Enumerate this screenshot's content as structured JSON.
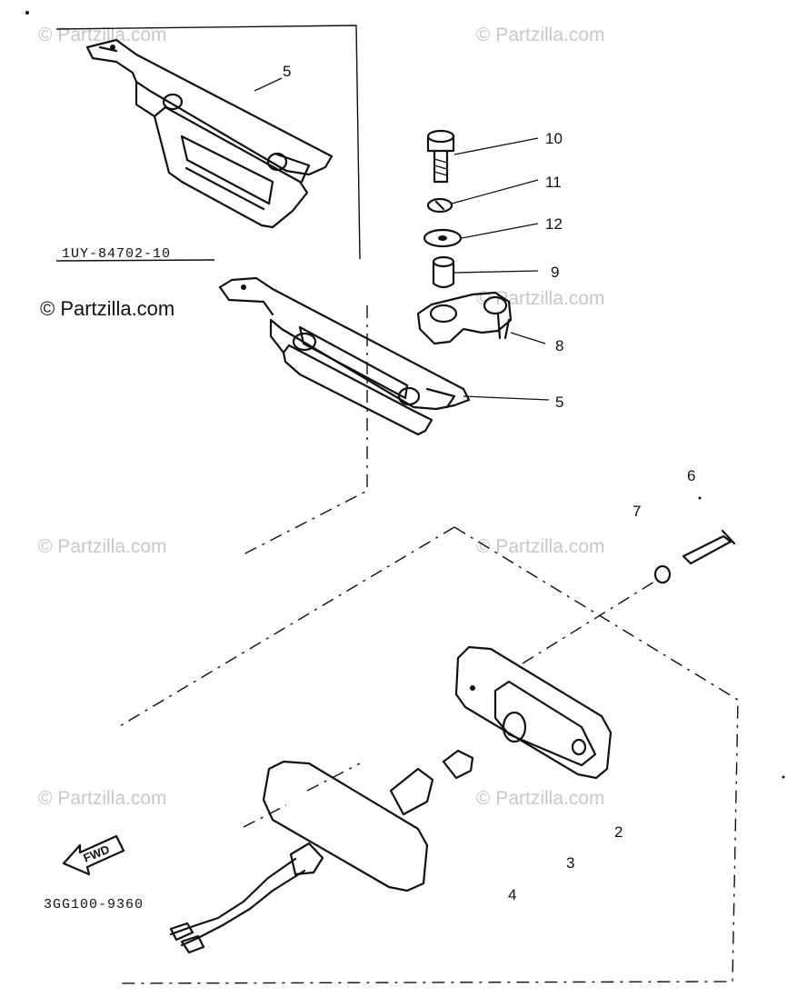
{
  "watermark": {
    "text": "© Partzilla.com",
    "dark_text": "© Partzilla.com"
  },
  "callouts": {
    "c5_top": "5",
    "c10": "10",
    "c11": "11",
    "c12": "12",
    "c9": "9",
    "c8": "8",
    "c5_mid": "5",
    "c6": "6",
    "c7": "7",
    "c2": "2",
    "c3": "3",
    "c4": "4"
  },
  "part_codes": {
    "inset_code": "1UY-84702-10",
    "bottom_code": "3GG100-9360"
  },
  "fwd_label": "FWD"
}
